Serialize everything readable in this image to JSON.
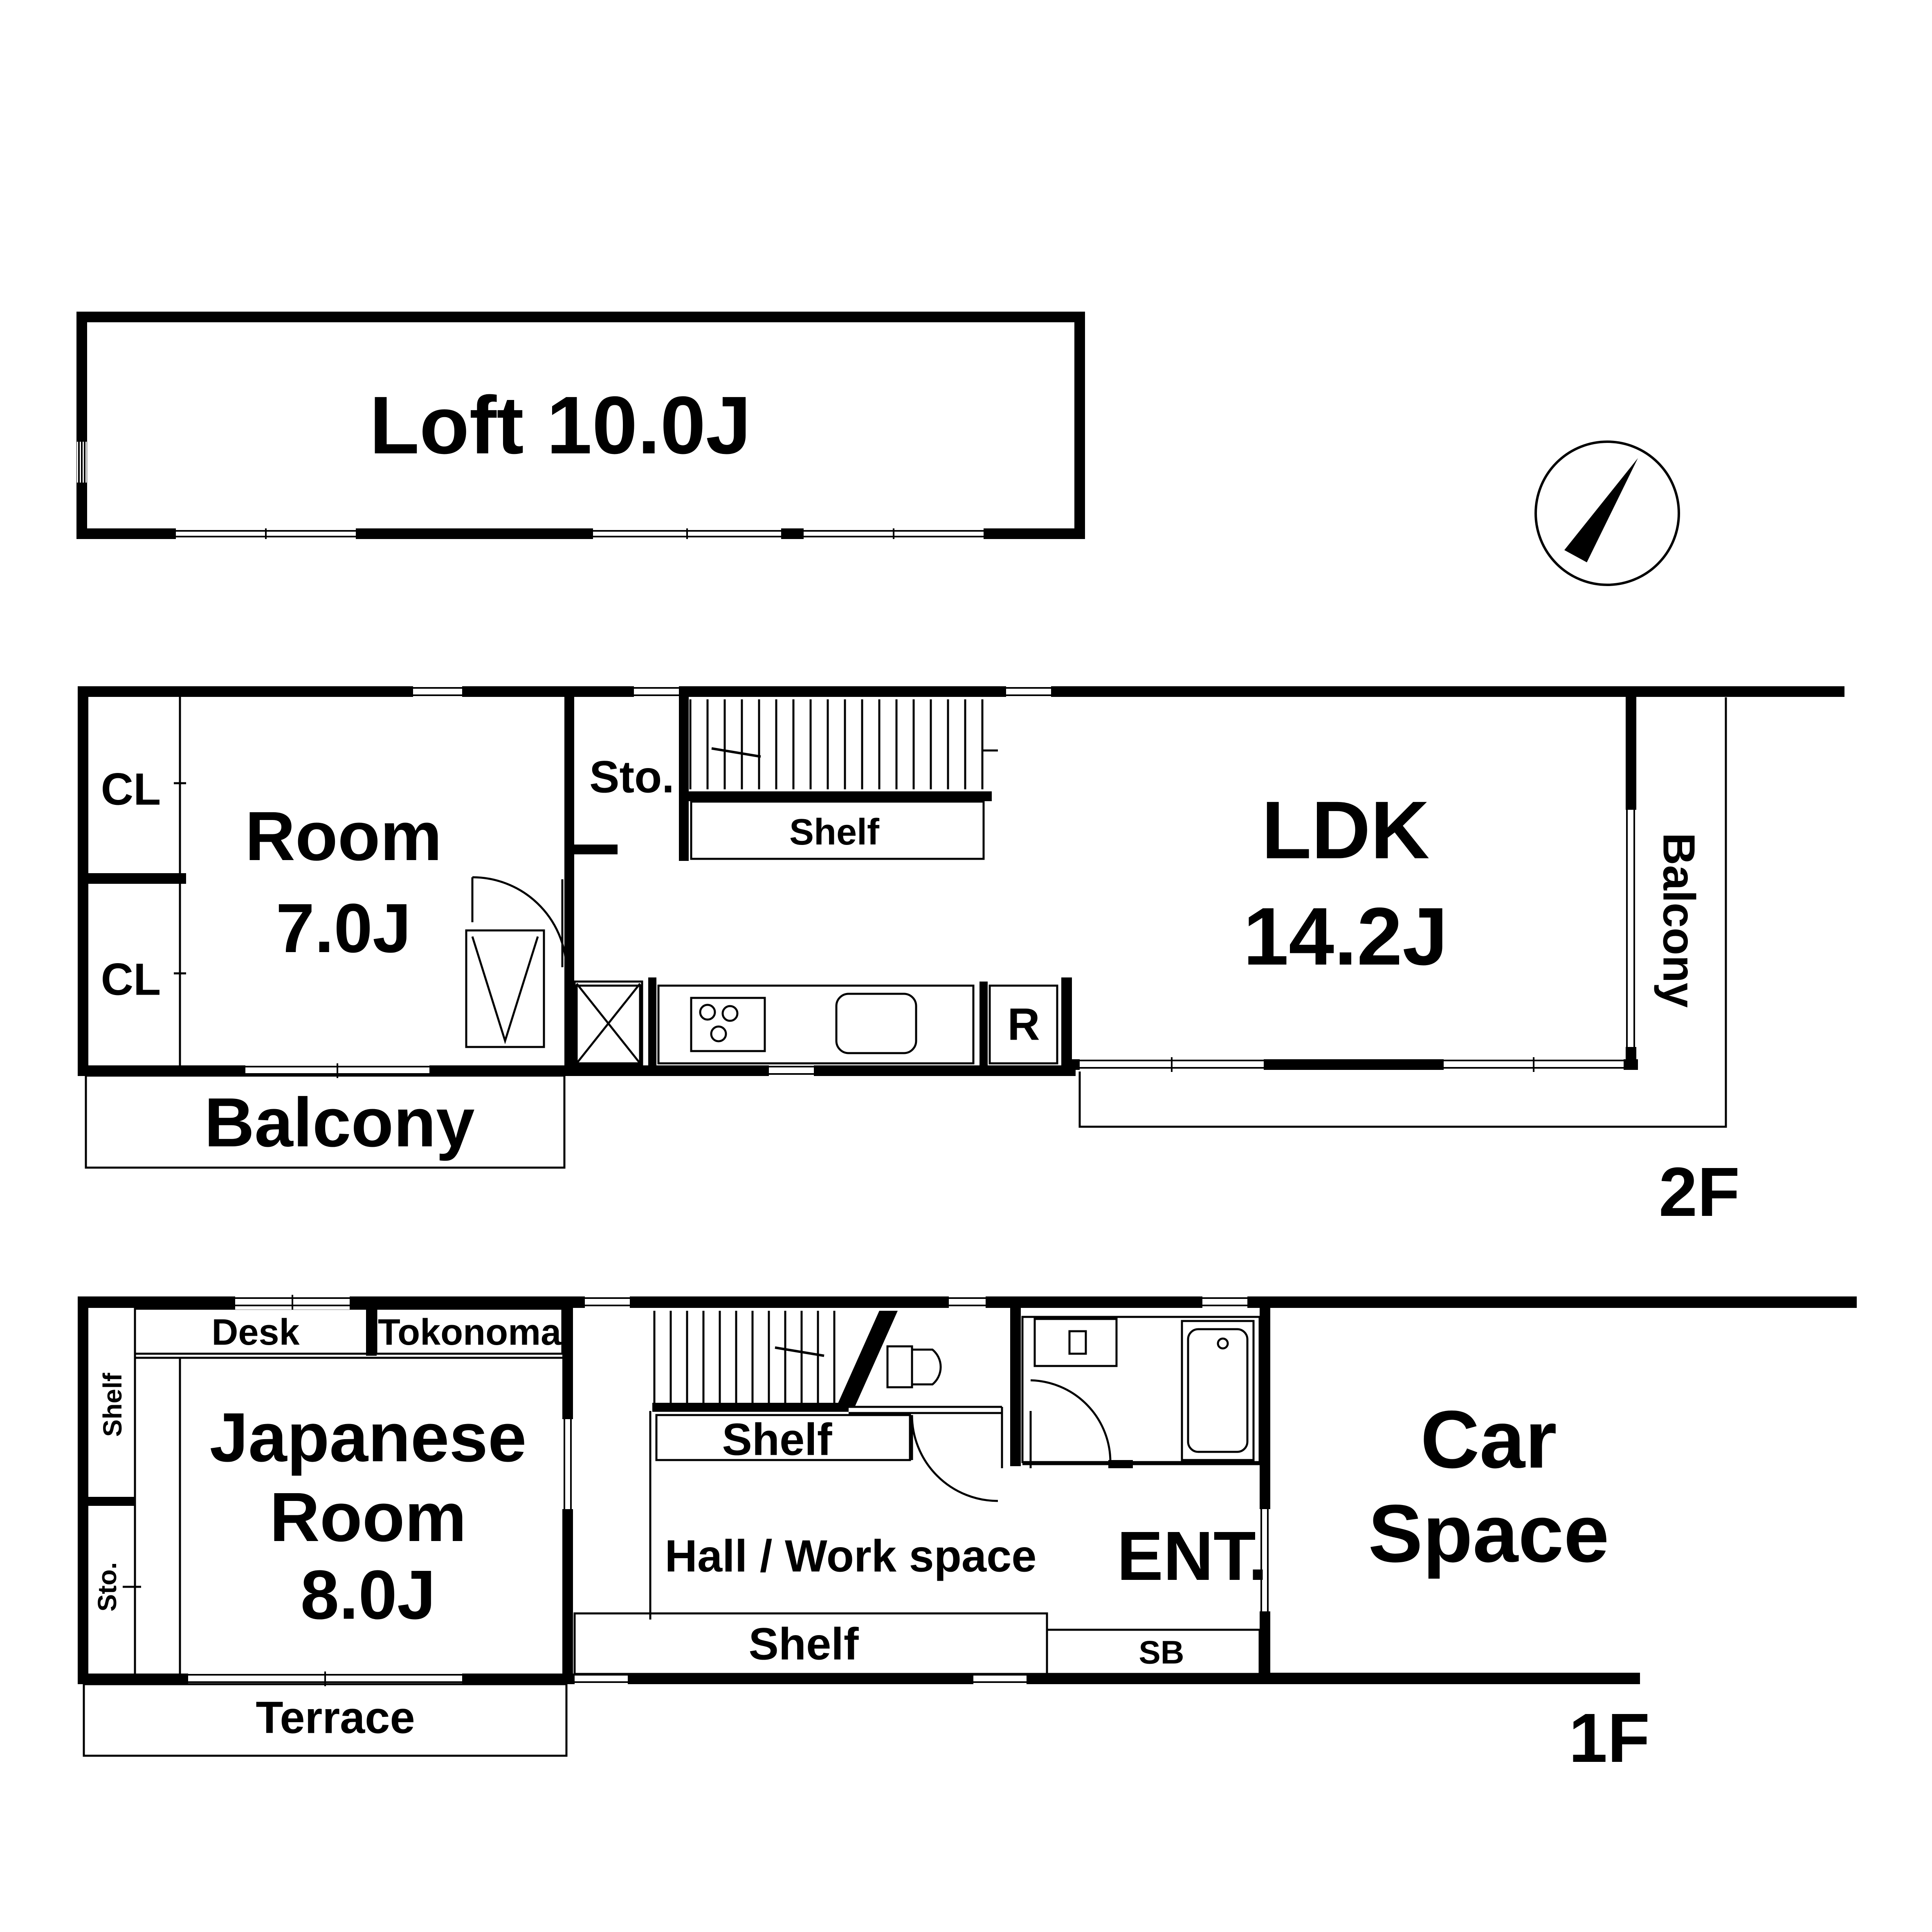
{
  "colors": {
    "wall": "#000000",
    "background": "#ffffff"
  },
  "loft": {
    "label": "Loft 10.0J"
  },
  "floor2": {
    "level": "2F",
    "closet_top": "CL",
    "closet_bottom": "CL",
    "room_name": "Room",
    "room_size": "7.0J",
    "storage": "Sto.",
    "shelf": "Shelf",
    "ldk_name": "LDK",
    "ldk_size": "14.2J",
    "fridge": "R",
    "balcony_left": "Balcony",
    "balcony_right": "Balcony"
  },
  "floor1": {
    "level": "1F",
    "desk": "Desk",
    "tokonoma": "Tokonoma",
    "shelf_left": "Shelf",
    "storage_left": "Sto.",
    "japanese_line1": "Japanese",
    "japanese_line2": "Room",
    "japanese_size": "8.0J",
    "terrace": "Terrace",
    "shelf_hall_top": "Shelf",
    "hall": "Hall / Work space",
    "shelf_hall_bottom": "Shelf",
    "shoe_box": "SB",
    "entrance": "ENT.",
    "car_line1": "Car",
    "car_line2": "Space"
  },
  "compass": {
    "icon": "north-arrow-icon"
  }
}
